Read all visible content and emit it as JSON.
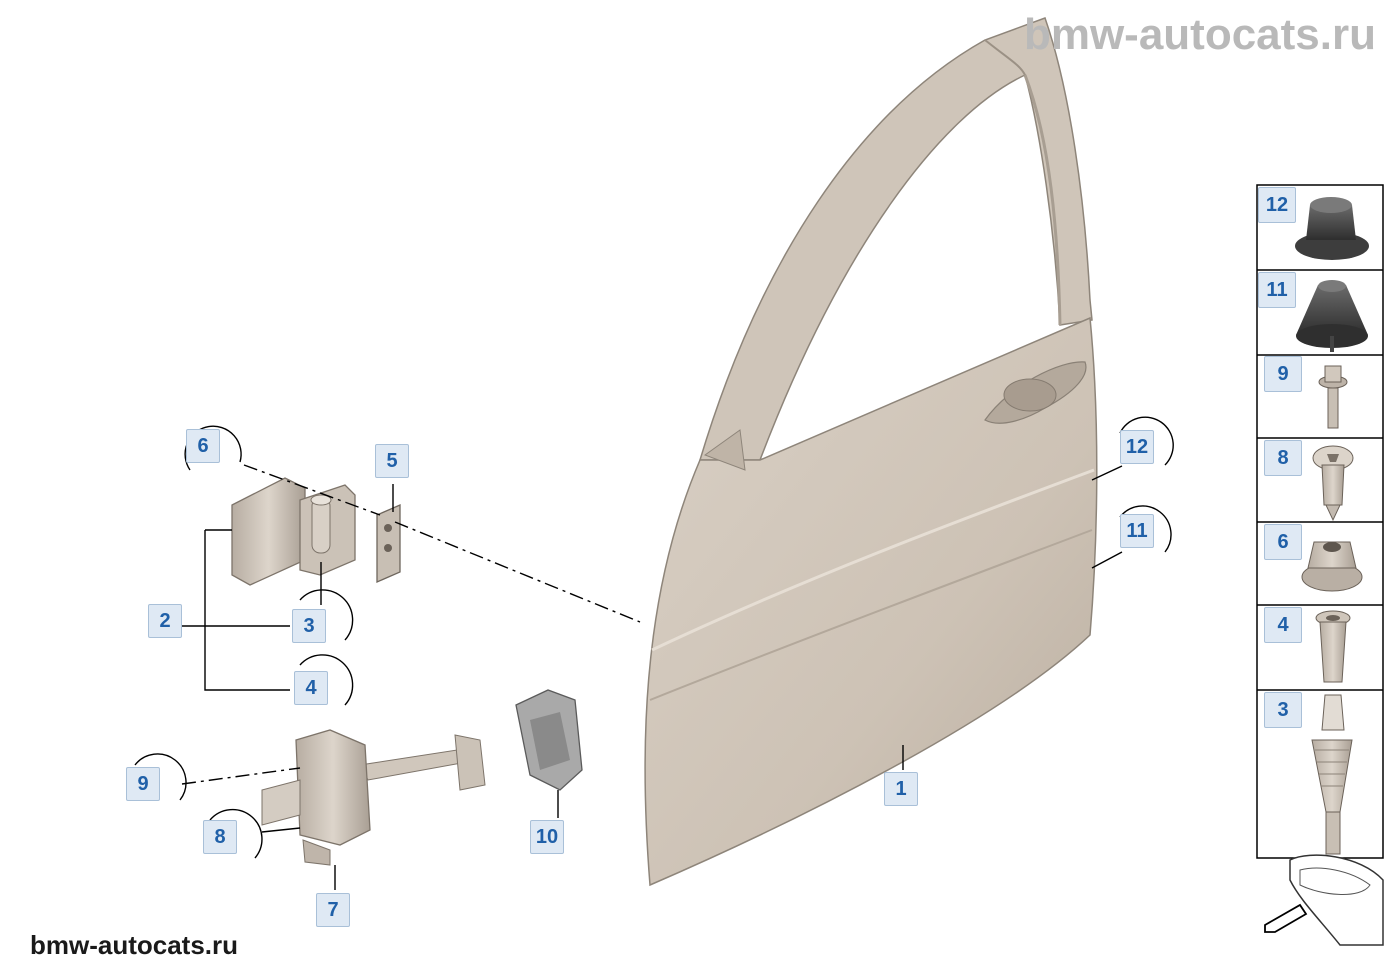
{
  "watermark_top": "bmw-autocats.ru",
  "watermark_bottom": "bmw-autocats.ru",
  "callouts": {
    "door": "1",
    "hinge": "2",
    "hinge_bolt_upper": "3",
    "hinge_bolt_lower": "4",
    "shim": "5",
    "hinge_nut": "6",
    "door_check": "7",
    "check_screw": "8",
    "check_bolt": "9",
    "bump_stop": "10",
    "buffer_lower": "11",
    "buffer_upper": "12"
  },
  "legend": [
    "12",
    "11",
    "9",
    "8",
    "6",
    "4",
    "3"
  ],
  "colors": {
    "door_panel": "#d2c8bc",
    "door_shade": "#b5aa9d",
    "callout_bg": "#dfe9f4",
    "callout_text": "#2060a8",
    "watermark_grey": "#b9b9b9"
  }
}
